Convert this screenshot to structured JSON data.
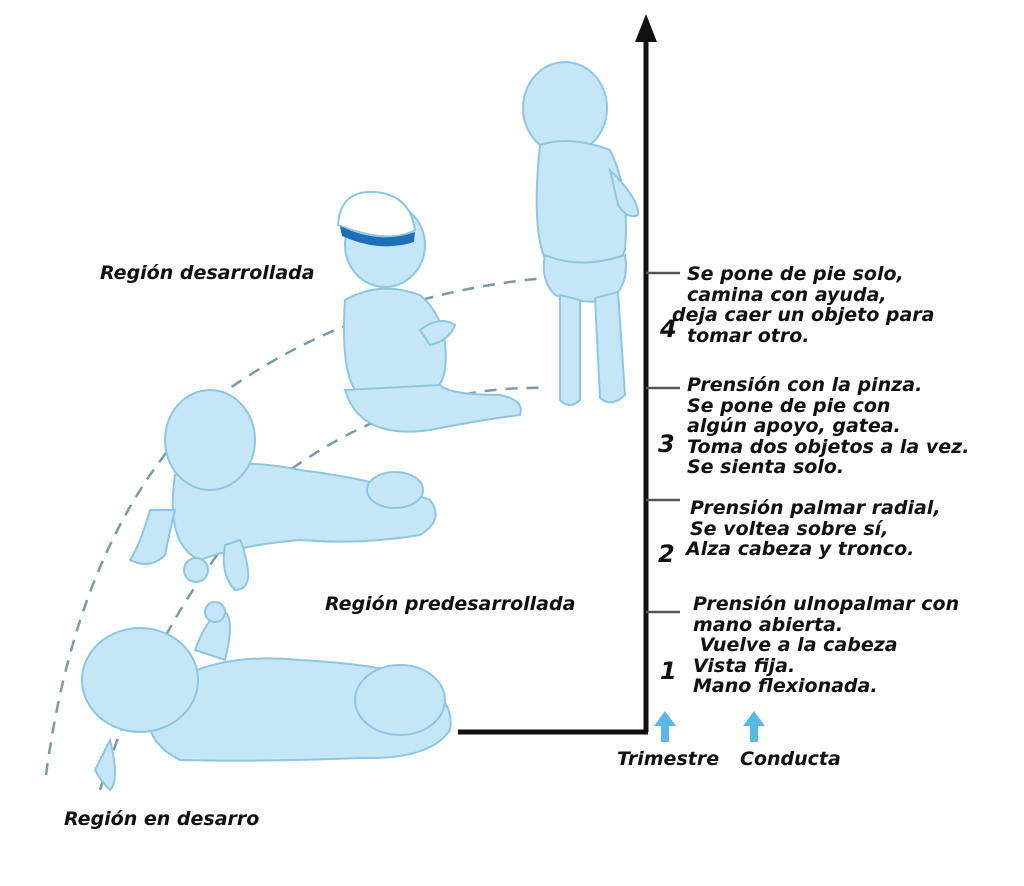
{
  "colors": {
    "baby_fill": "#c4e6f6",
    "baby_stroke": "#8ec6e2",
    "axis": "#111111",
    "dashed_curve": "#7a9aa8",
    "arrow": "#5bb8e6",
    "hat_band": "#1f6fb8"
  },
  "regions": {
    "developed": "Región desarrollada",
    "predeveloped": "Región predesarrollada",
    "developing": "Región en desarro"
  },
  "trimesters": [
    {
      "number": "4",
      "behavior": [
        "Se pone de pie solo,",
        "camina con ayuda,",
        "deja caer un objeto para",
        "tomar otro."
      ]
    },
    {
      "number": "3",
      "behavior": [
        "Prensión con la pinza.",
        "Se pone de pie con",
        "algún apoyo, gatea.",
        "Toma dos objetos a la vez.",
        "Se sienta solo."
      ]
    },
    {
      "number": "2",
      "behavior": [
        "Prensión palmar radial,",
        "Se voltea sobre sí,",
        "Alza cabeza y tronco."
      ]
    },
    {
      "number": "1",
      "behavior": [
        "Prensión ulnopalmar con",
        "mano abierta.",
        " Vuelve a la cabeza",
        "Vista fija.",
        "Mano flexionada."
      ]
    }
  ],
  "axis_labels": {
    "trimester": "Trimestre",
    "behavior": "Conducta"
  },
  "icons": [
    "standing-baby-icon",
    "sitting-baby-icon",
    "crawling-baby-icon",
    "lying-baby-icon",
    "up-arrow-icon"
  ]
}
